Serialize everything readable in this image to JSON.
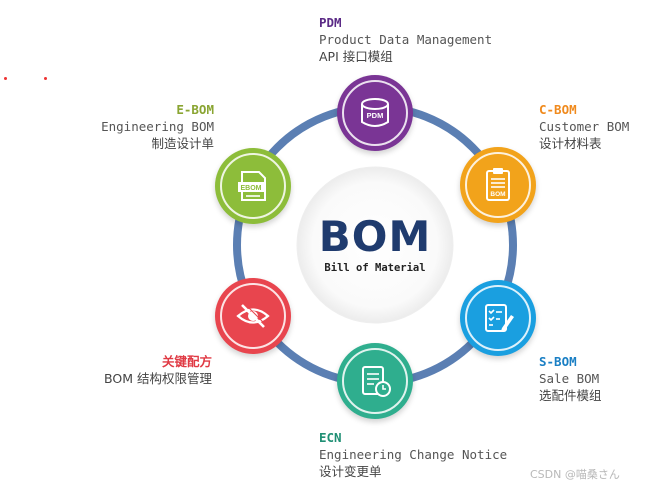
{
  "center": {
    "title": "BOM",
    "subtitle": "Bill of Material"
  },
  "nodes": {
    "pdm": {
      "title": "PDM",
      "english": "Product Data Management",
      "chinese": "API 接口模组",
      "icon_text": "PDM",
      "color": "#7a3595",
      "title_color": "#5b2a86"
    },
    "cbom": {
      "title": "C-BOM",
      "english": "Customer BOM",
      "chinese": "设计材料表",
      "icon_text": "BOM",
      "color": "#f2a31b",
      "title_color": "#f08a1d"
    },
    "sbom": {
      "title": "S-BOM",
      "english": "Sale BOM",
      "chinese": "选配件模组",
      "color": "#1a9fe0",
      "title_color": "#1a7fc4"
    },
    "ecn": {
      "title": "ECN",
      "english": "Engineering Change Notice",
      "chinese": "设计变更单",
      "color": "#2fae8e",
      "title_color": "#1f8f74"
    },
    "key": {
      "title": "关键配方",
      "english": "BOM",
      "chinese": "结构权限管理",
      "color": "#e8454e",
      "title_color": "#e03a44"
    },
    "ebom": {
      "title": "E-BOM",
      "english": "Engineering BOM",
      "chinese": "制造设计单",
      "icon_text": "EBOM",
      "color": "#8dbd3a",
      "title_color": "#8aa532"
    }
  },
  "ring_color": "#5b7fb3",
  "watermark": "CSDN @喵桑さん",
  "icons": {
    "pdm": "database-icon",
    "cbom": "clipboard-icon",
    "sbom": "checklist-pen-icon",
    "ecn": "document-clock-icon",
    "key": "eye-slash-icon",
    "ebom": "document-icon"
  }
}
